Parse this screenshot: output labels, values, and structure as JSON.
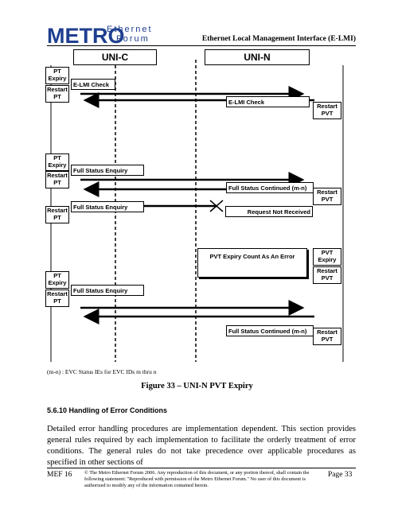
{
  "header": {
    "logo_main": "METRO",
    "logo_line1": "Ethernet",
    "logo_line2": "Forum",
    "doc_title": "Ethernet Local Management Interface (E-LMI)"
  },
  "diagram": {
    "uni_c": "UNI-C",
    "uni_n": "UNI-N",
    "left_boxes": [
      [
        "PT",
        "Expiry"
      ],
      [
        "Restart",
        "PT"
      ],
      [
        "PT",
        "Expiry"
      ],
      [
        "Restart",
        "PT"
      ],
      [
        "Restart",
        "PT"
      ],
      [
        "PT",
        "Expiry"
      ],
      [
        "Restart",
        "PT"
      ]
    ],
    "right_boxes": [
      [
        "Restart",
        "PVT"
      ],
      [
        "Restart",
        "PVT"
      ],
      [
        "PVT",
        "Expiry"
      ],
      [
        "Restart",
        "PVT"
      ],
      [
        "Restart",
        "PVT"
      ]
    ],
    "messages": {
      "m1": "E-LMI Check",
      "m2": "E-LMI Check",
      "m3": "Full Status Enquiry",
      "m4": "Full Status Continued (m-n)",
      "m5": "Full Status Enquiry",
      "m6": "Request Not Received",
      "m7": "PVT Expiry Count As An Error",
      "m8": "Full Status Enquiry",
      "m9": "Full Status Continued (m-n)"
    },
    "note": "(m-n) : EVC Status IEs for EVC IDs m thru n"
  },
  "figure_title": "Figure 33 – UNI-N PVT Expiry",
  "section": {
    "heading": "5.6.10  Handling of Error Conditions",
    "paragraph": "Detailed error handling procedures are implementation dependent. This section provides general rules required by each implementation to facilitate the orderly treatment of error conditions. The general rules do not take precedence over applicable procedures as specified in other sections of"
  },
  "footer": {
    "left": "MEF 16",
    "middle": "© The Metro Ethernet Forum 2006.  Any reproduction of this document, or any portion thereof, shall contain the following statement: \"Reproduced with permission of the Metro Ethernet Forum.\"  No user of this document is authorized to modify any of the information contained herein.",
    "right": "Page 33"
  }
}
